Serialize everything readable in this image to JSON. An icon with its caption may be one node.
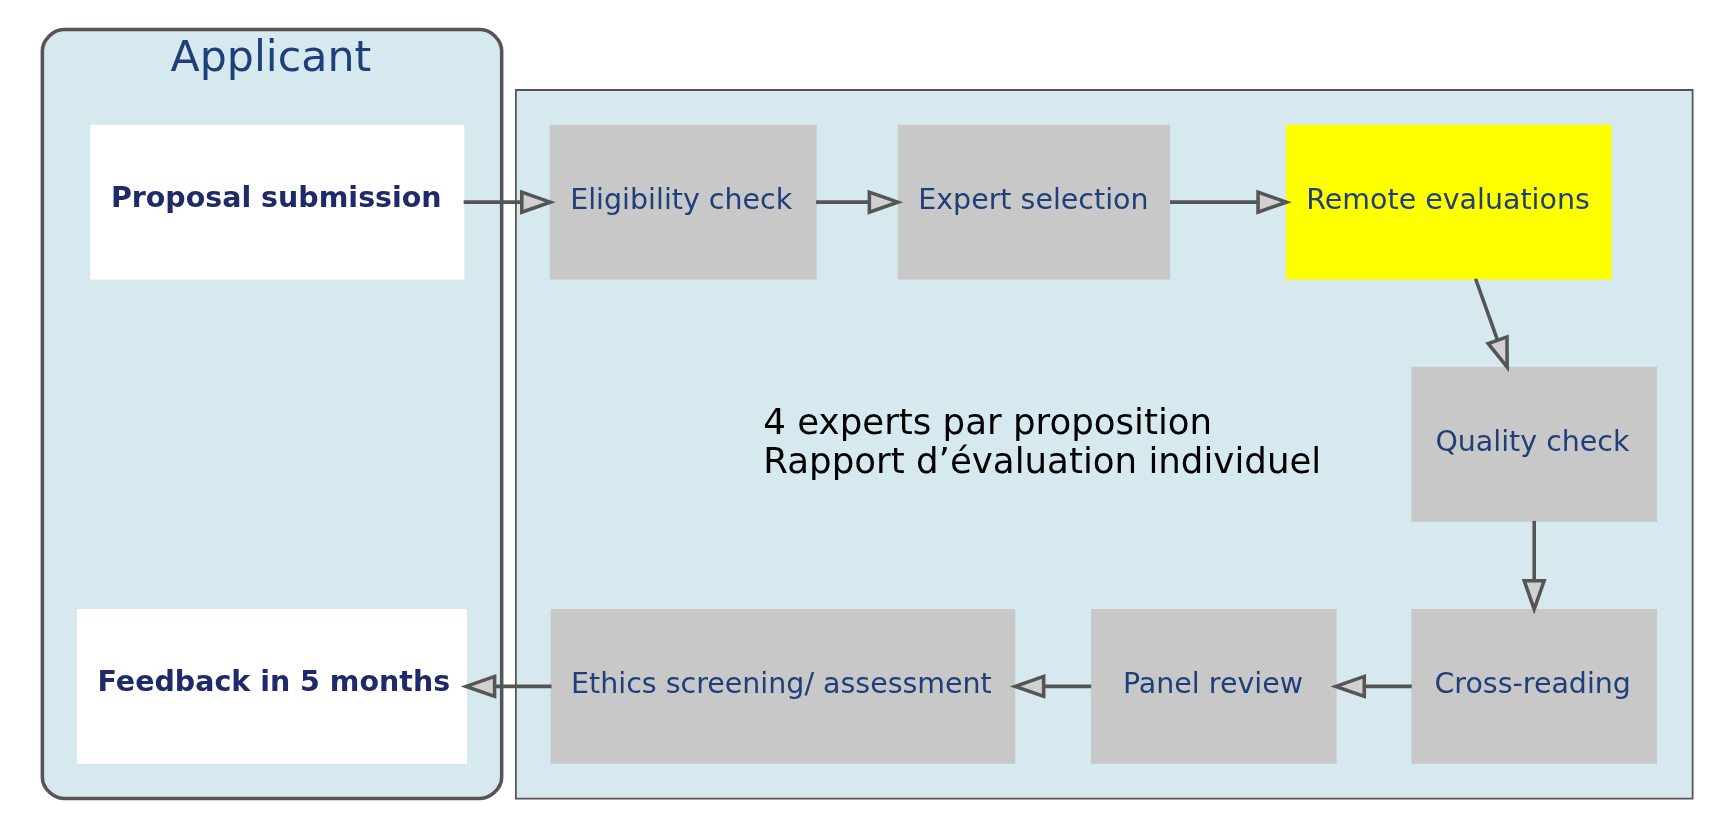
{
  "diagram": {
    "nodes": [
      {
        "text": [
          "Applicant"
        ]
      },
      {
        "text": [
          "Proposal submission"
        ],
        "in": 0
      },
      {
        "text": [
          "Feedback in 5 months"
        ],
        "in": 0
      },
      {
        "text": [],
        "shape": "box"
      },
      {
        "text": [
          "Eligibility check"
        ],
        "in": 3
      },
      {
        "text": [
          "Expert selection"
        ],
        "in": 3
      },
      {
        "text": [
          "Remote evaluations"
        ],
        "in": 3
      },
      {
        "text": [
          "Quality check"
        ],
        "in": 3
      },
      {
        "text": [
          "Cross-reading"
        ],
        "in": 3
      },
      {
        "text": [
          "Panel review"
        ],
        "in": 3
      },
      {
        "text": [
          "Ethics screening/ assessment"
        ],
        "in": 3
      }
    ],
    "edges": [
      {
        "from": 1,
        "to": 4,
        "arrow": "to"
      },
      {
        "from": 4,
        "to": 5,
        "arrow": "to"
      },
      {
        "from": 5,
        "to": 6,
        "arrow": "to"
      },
      {
        "from": 6,
        "to": 7,
        "arrow": "to"
      },
      {
        "from": 7,
        "to": 8,
        "arrow": "to"
      },
      {
        "from": 8,
        "to": 9,
        "arrow": "to"
      },
      {
        "from": 9,
        "to": 10,
        "arrow": "to"
      },
      {
        "from": 10,
        "to": 2,
        "arrow": "to"
      }
    ],
    "labels": [
      "4 experts par proposition",
      "Rapport d’évaluation individuel"
    ]
  }
}
